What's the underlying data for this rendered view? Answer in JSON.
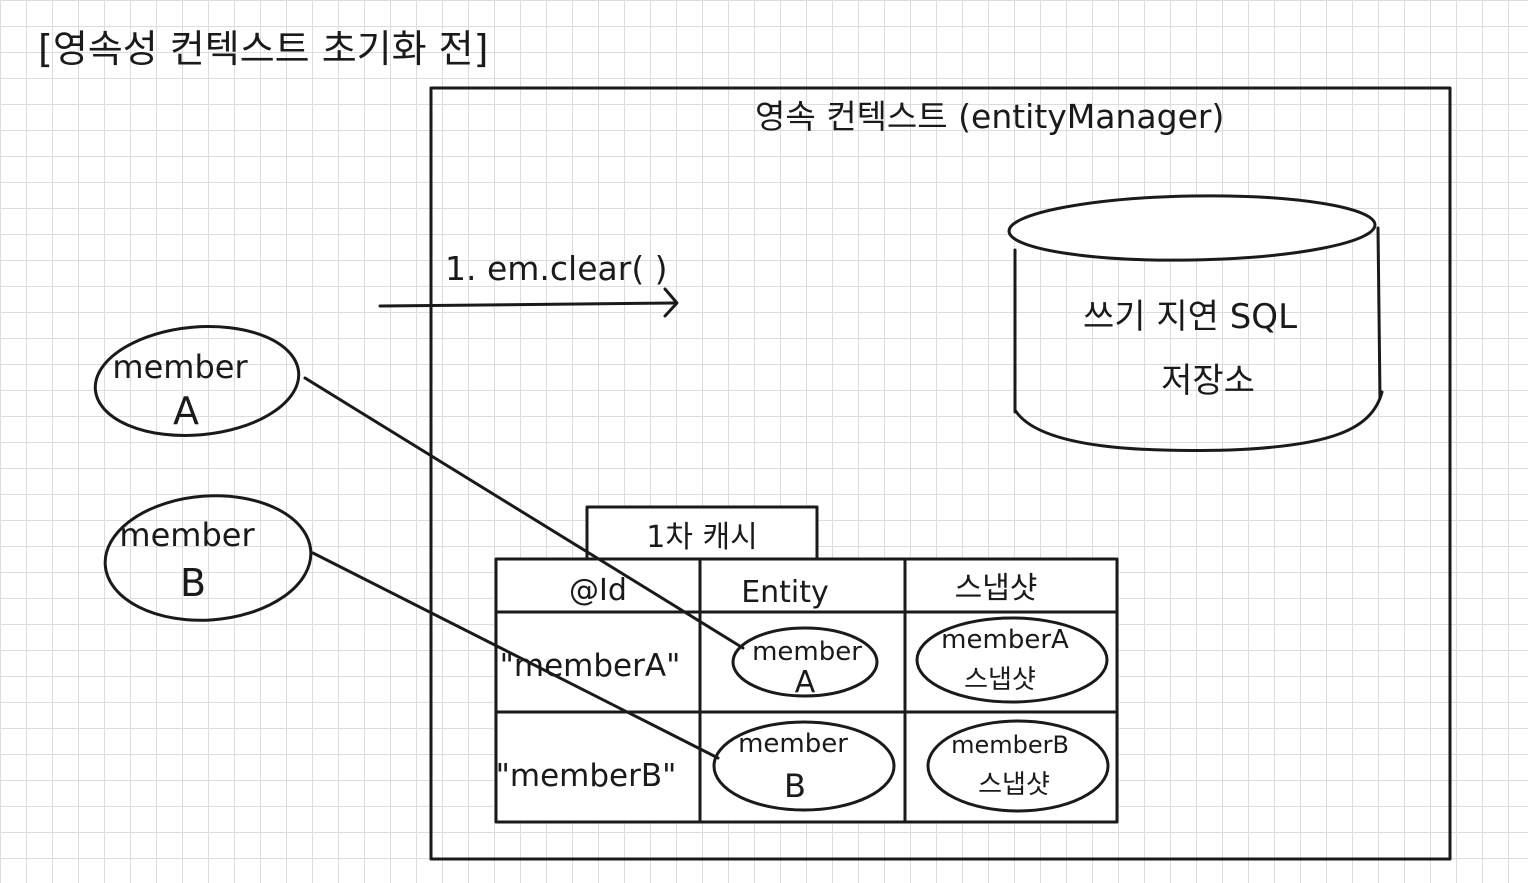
{
  "diagram_title": "[영속성 컨텍스트 초기화 전]",
  "persistence_context": {
    "label": "영속 컨텍스트 (entityManager)"
  },
  "sql_store": {
    "line1": "쓰기 지연 SQL",
    "line2": "저장소"
  },
  "action": {
    "label": "1. em.clear( )"
  },
  "cache": {
    "title": "1차 캐시",
    "headers": [
      "@Id",
      "Entity",
      "스냅샷"
    ],
    "rows": [
      {
        "id": "\"memberA\"",
        "entity": [
          "member",
          "A"
        ],
        "snapshot": [
          "memberA",
          "스냅샷"
        ]
      },
      {
        "id": "\"memberB\"",
        "entity": [
          "member",
          "B"
        ],
        "snapshot": [
          "memberB",
          "스냅샷"
        ]
      }
    ]
  },
  "outside_entities": [
    {
      "line1": "member",
      "line2": "A"
    },
    {
      "line1": "member",
      "line2": "B"
    }
  ],
  "colors": {
    "ink": "#1a1a1a",
    "grid": "#dcdcdc",
    "paper": "#ffffff"
  }
}
